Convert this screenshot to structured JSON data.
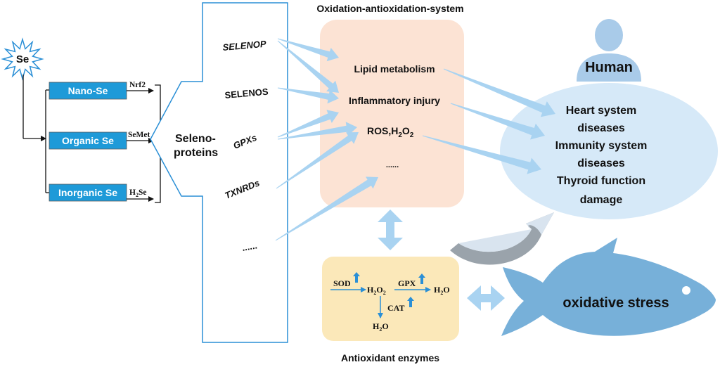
{
  "colors": {
    "blue_box": "#1e9ad8",
    "arrow_light": "#a9d3f1",
    "panel_peach": "#fce3d4",
    "panel_yellow": "#fbe8b9",
    "ellipse": "#d6e9f8",
    "fish": "#77b0d9",
    "human": "#a9cbe9"
  },
  "top_title": "Oxidation-antioxidation-system",
  "bottom_title": "Antioxidant enzymes",
  "source": {
    "label": "Se",
    "icon": "starburst-icon"
  },
  "forms": [
    {
      "label": "Nano-Se",
      "product": "Nrf2"
    },
    {
      "label": "Organic Se",
      "product": "SeMet"
    },
    {
      "label": "Inorganic Se",
      "product": "H2Se",
      "product_main": "H",
      "product_sub": "2",
      "product_tail": "Se"
    }
  ],
  "selenoproteins": {
    "line1": "Seleno-",
    "line2": "proteins",
    "items": [
      "SELENOP",
      "SELENOS",
      "GPXs",
      "TXNRDs",
      "......"
    ]
  },
  "oxidation": {
    "lipid": "Lipid metabolism",
    "inflammatory": "Inflammatory injury",
    "ros": {
      "text": "ROS,H2O2",
      "main": "ROS,H",
      "sub": "2",
      "mid": "O",
      "sub2": "2"
    },
    "more": "......"
  },
  "human": {
    "label": "Human",
    "icon": "person-icon",
    "effects": [
      "Heart system",
      "diseases",
      "Immunity system",
      "diseases",
      "Thyroid function",
      "damage"
    ]
  },
  "enzymes": {
    "sod": "SOD",
    "gpx": "GPX",
    "cat": "CAT",
    "h2o2": {
      "main": "H",
      "sub": "2",
      "mid": "O",
      "sub2": "2"
    },
    "water_right": {
      "main": "H",
      "sub": "2",
      "tail": "O"
    },
    "water_bottom": {
      "main": "H",
      "sub": "2",
      "tail": "O"
    }
  },
  "fish": {
    "label": "oxidative stress",
    "icon": "fish-icon"
  }
}
